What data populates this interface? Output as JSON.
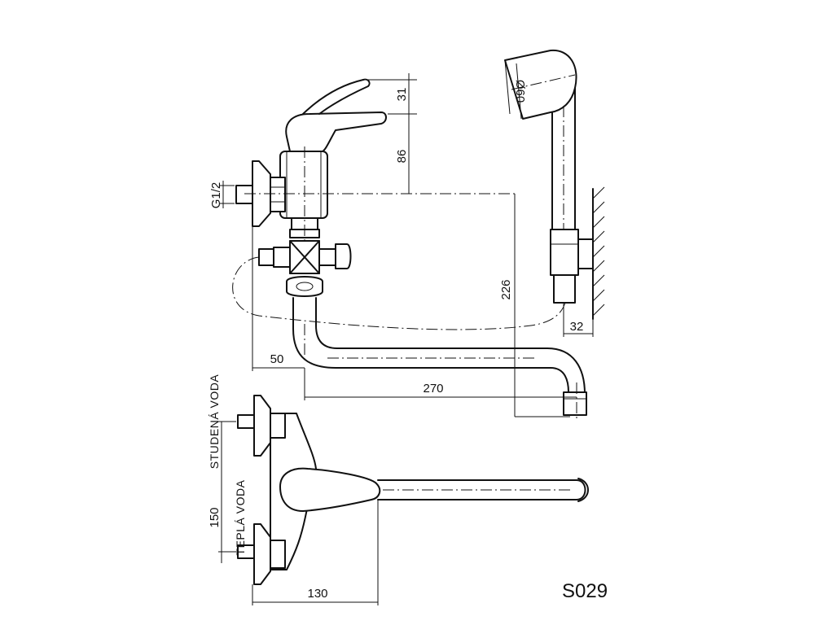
{
  "dimensions": {
    "d31": "31",
    "d86": "86",
    "thread": "G1/2",
    "d226": "226",
    "d50": "50",
    "d270": "270",
    "d32": "32",
    "d150": "150",
    "d130": "130",
    "d60": "Ø60"
  },
  "labels": {
    "cold_water": "STUDENÁ VODA",
    "hot_water": "TEPLÁ VODA"
  },
  "model_code": "S029",
  "colors": {
    "line": "#111111",
    "background": "#ffffff"
  }
}
